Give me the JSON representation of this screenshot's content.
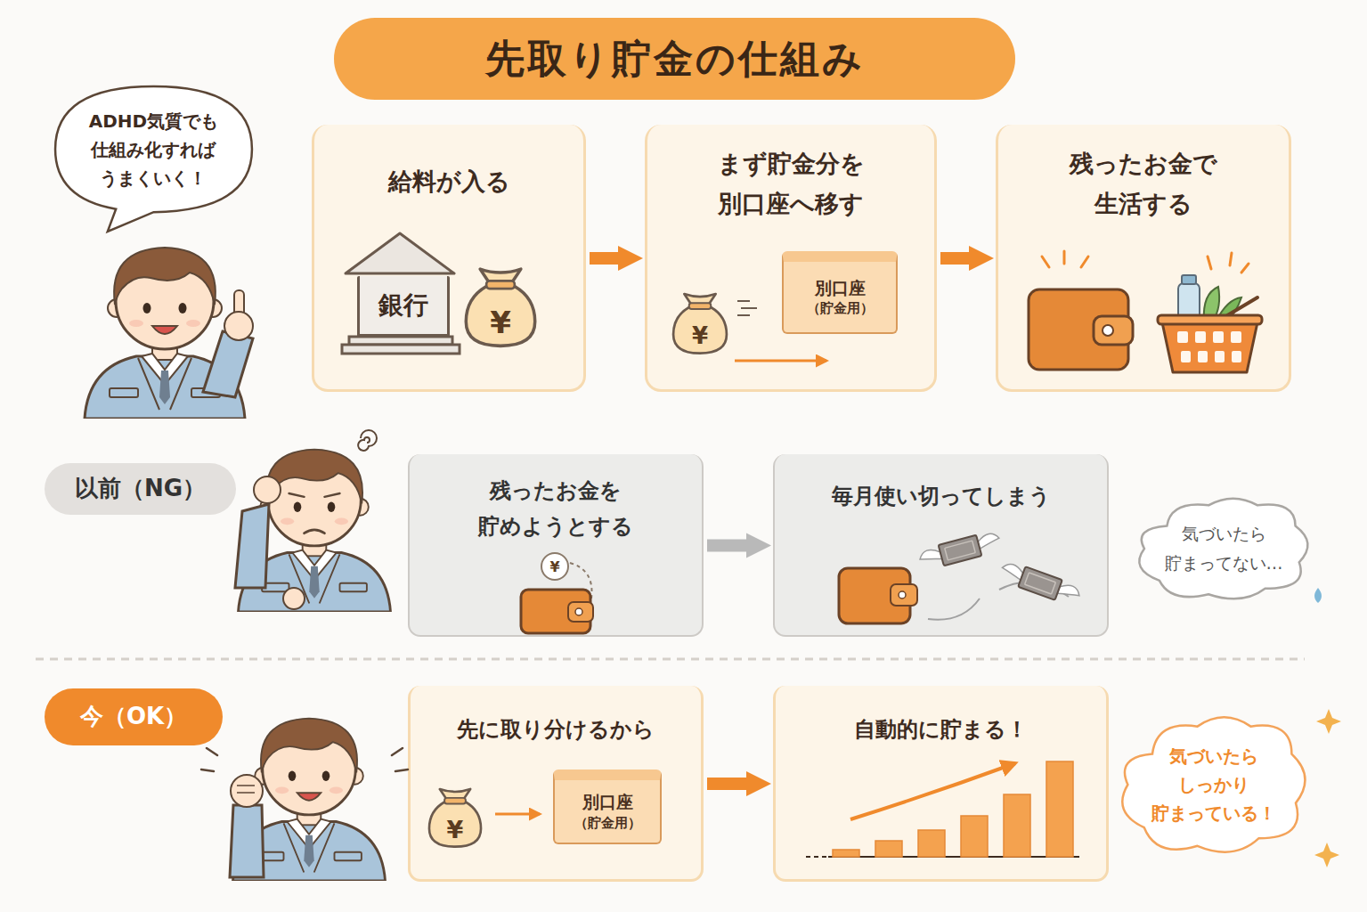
{
  "diagram": {
    "title": "先取り貯金の仕組み",
    "nodes": [
      {
        "text": [
          "ADHD気質でも 仕組み化すれば うまくいく！"
        ]
      },
      {
        "text": [
          "給料が入る"
        ]
      },
      {
        "text": [
          "銀行"
        ],
        "in": 1
      },
      {
        "text": [
          "まず貯金分を 別口座へ移す"
        ]
      },
      {
        "text": [
          "別口座",
          "（貯金用）"
        ],
        "in": 3
      },
      {
        "text": [
          "残ったお金で 生活する"
        ]
      },
      {
        "text": [
          "以前（NG）"
        ]
      },
      {
        "text": [
          "残ったお金を 貯めようとする"
        ]
      },
      {
        "text": [
          "毎月使い切ってしまう"
        ]
      },
      {
        "text": [
          "気づいたら 貯まってない…"
        ]
      },
      {
        "text": [
          "今（OK）"
        ]
      },
      {
        "text": [
          "先に取り分けるから"
        ]
      },
      {
        "text": [
          "別口座",
          "（貯金用）"
        ],
        "in": 11
      },
      {
        "text": [
          "自動的に貯まる！"
        ]
      },
      {
        "text": [
          "気づいたら しっかり 貯まっている！"
        ]
      }
    ],
    "edges": [
      {
        "from": 1,
        "to": 3,
        "arrow": "to"
      },
      {
        "from": 3,
        "to": 5,
        "arrow": "to"
      },
      {
        "from": 7,
        "to": 8,
        "arrow": "to"
      },
      {
        "from": 11,
        "to": 13,
        "arrow": "to"
      }
    ],
    "labels": [
      "¥",
      "¥",
      "¥",
      "¥"
    ]
  }
}
